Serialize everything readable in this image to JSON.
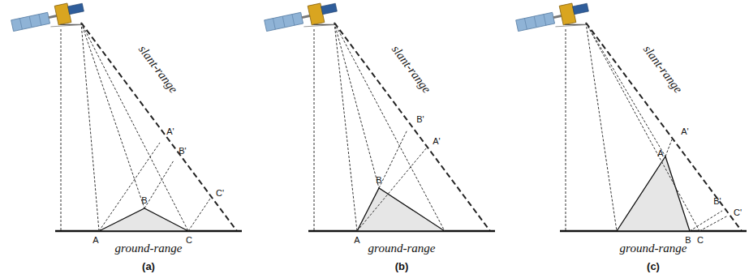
{
  "diagram": {
    "labels": [
      "slant-range",
      "A'",
      "B'",
      "C'",
      "A",
      "B",
      "C",
      "ground-range",
      "(a)",
      "slant-range",
      "B'",
      "A'",
      "B",
      "A",
      "ground-range",
      "(b)",
      "slant-range",
      "A'",
      "B'",
      "C'",
      "A",
      "B",
      "C",
      "ground-range",
      "(c)"
    ]
  }
}
